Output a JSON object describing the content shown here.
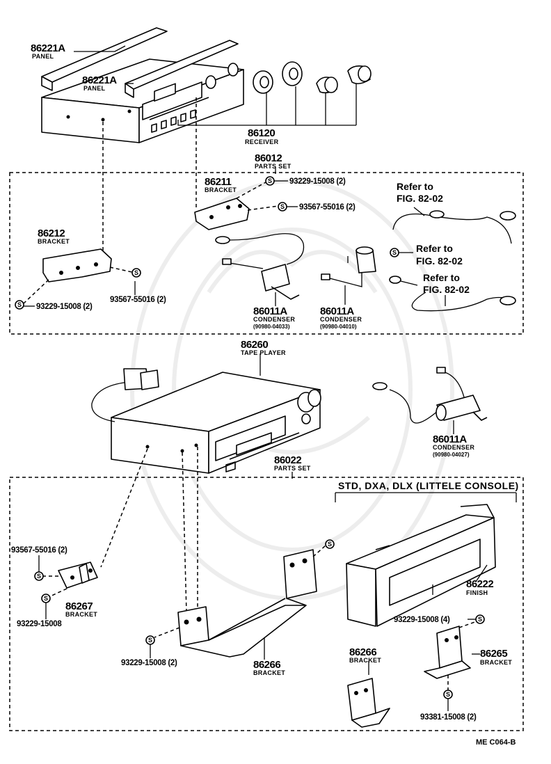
{
  "labels": {
    "p86221A_a": {
      "num": "86221A",
      "name": "PANEL"
    },
    "p86221A_b": {
      "num": "86221A",
      "name": "PANEL"
    },
    "p86120": {
      "num": "86120",
      "name": "RECEIVER"
    },
    "p86012": {
      "num": "86012",
      "name": "PARTS SET"
    },
    "p86211": {
      "num": "86211",
      "name": "BRACKET"
    },
    "p86212": {
      "num": "86212",
      "name": "BRACKET"
    },
    "p86011A_1": {
      "num": "86011A",
      "name": "CONDENSER",
      "code": "(90980-04033)"
    },
    "p86011A_2": {
      "num": "86011A",
      "name": "CONDENSER",
      "code": "(90980-04010)"
    },
    "p86011A_3": {
      "num": "86011A",
      "name": "CONDENSER",
      "code": "(90980-04027)"
    },
    "p86260": {
      "num": "86260",
      "name": "TAPE PLAYER"
    },
    "p86022": {
      "num": "86022",
      "name": "PARTS SET"
    },
    "p86222": {
      "num": "86222",
      "name": "FINISH"
    },
    "p86267": {
      "num": "86267",
      "name": "BRACKET"
    },
    "p86266a": {
      "num": "86266",
      "name": "BRACKET"
    },
    "p86266b": {
      "num": "86266",
      "name": "BRACKET"
    },
    "p86265": {
      "num": "86265",
      "name": "BRACKET"
    }
  },
  "screws": {
    "s1": "93229-15008 (2)",
    "s2": "93567-55016 (2)",
    "s3": "93567-55016 (2)",
    "s4": "93229-15008 (2)",
    "s5": "93567-55016 (2)",
    "s6": "93229-15008",
    "s7": "93229-15008 (2)",
    "s8": "93229-15008 (4)",
    "s9": "93381-15008 (2)"
  },
  "refs": {
    "r1": {
      "line1": "Refer to",
      "line2": "FIG. 82-02"
    },
    "r2": {
      "line1": "Refer to",
      "line2": "FIG. 82-02"
    },
    "r3": {
      "line1": "Refer to",
      "line2": "FIG. 82-02"
    }
  },
  "screw_symbol": "S",
  "variant_header": "STD, DXA, DLX (LITTELE CONSOLE)",
  "diagram_code": "ME  C064-B"
}
